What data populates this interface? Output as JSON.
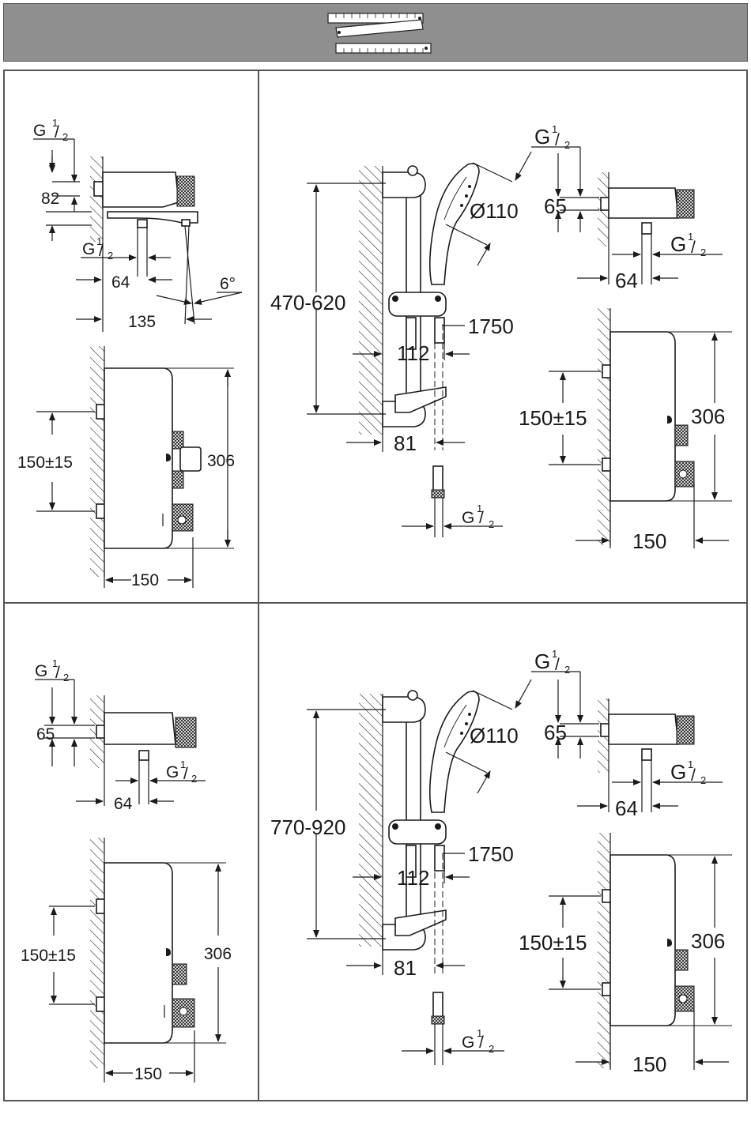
{
  "header": {
    "icon": "folding-ruler-icon",
    "background": "#8f8f8f"
  },
  "panels": [
    {
      "id": "top-left",
      "side": {
        "inlet_label": "G",
        "inlet_sup": "1",
        "inlet_sub": "2",
        "height": "82",
        "outlet_label": "G",
        "outlet_sup": "1",
        "outlet_sub": "2",
        "outlet_offset": "64",
        "spout_depth": "135",
        "angle": "6°"
      },
      "front": {
        "spacing": "150±15",
        "height": "306",
        "width": "150"
      }
    },
    {
      "id": "top-right",
      "rail": {
        "height_range": "470-620",
        "shower_diameter": "Ø110",
        "hose_length": "1750",
        "rail_offset": "112",
        "bracket_depth": "81",
        "hose_conn_label": "G",
        "hose_conn_sup": "1",
        "hose_conn_sub": "2"
      },
      "side": {
        "inlet_label": "G",
        "inlet_sup": "1",
        "inlet_sub": "2",
        "height": "65",
        "outlet_label": "G",
        "outlet_sup": "1",
        "outlet_sub": "2",
        "outlet_offset": "64"
      },
      "front": {
        "spacing": "150±15",
        "height": "306",
        "width": "150"
      }
    },
    {
      "id": "bottom-left",
      "side": {
        "inlet_label": "G",
        "inlet_sup": "1",
        "inlet_sub": "2",
        "height": "65",
        "outlet_label": "G",
        "outlet_sup": "1",
        "outlet_sub": "2",
        "outlet_offset": "64"
      },
      "front": {
        "spacing": "150±15",
        "height": "306",
        "width": "150"
      }
    },
    {
      "id": "bottom-right",
      "rail": {
        "height_range": "770-920",
        "shower_diameter": "Ø110",
        "hose_length": "1750",
        "rail_offset": "112",
        "bracket_depth": "81",
        "hose_conn_label": "G",
        "hose_conn_sup": "1",
        "hose_conn_sub": "2"
      },
      "side": {
        "inlet_label": "G",
        "inlet_sup": "1",
        "inlet_sub": "2",
        "height": "65",
        "outlet_label": "G",
        "outlet_sup": "1",
        "outlet_sub": "2",
        "outlet_offset": "64"
      },
      "front": {
        "spacing": "150±15",
        "height": "306",
        "width": "150"
      }
    }
  ]
}
